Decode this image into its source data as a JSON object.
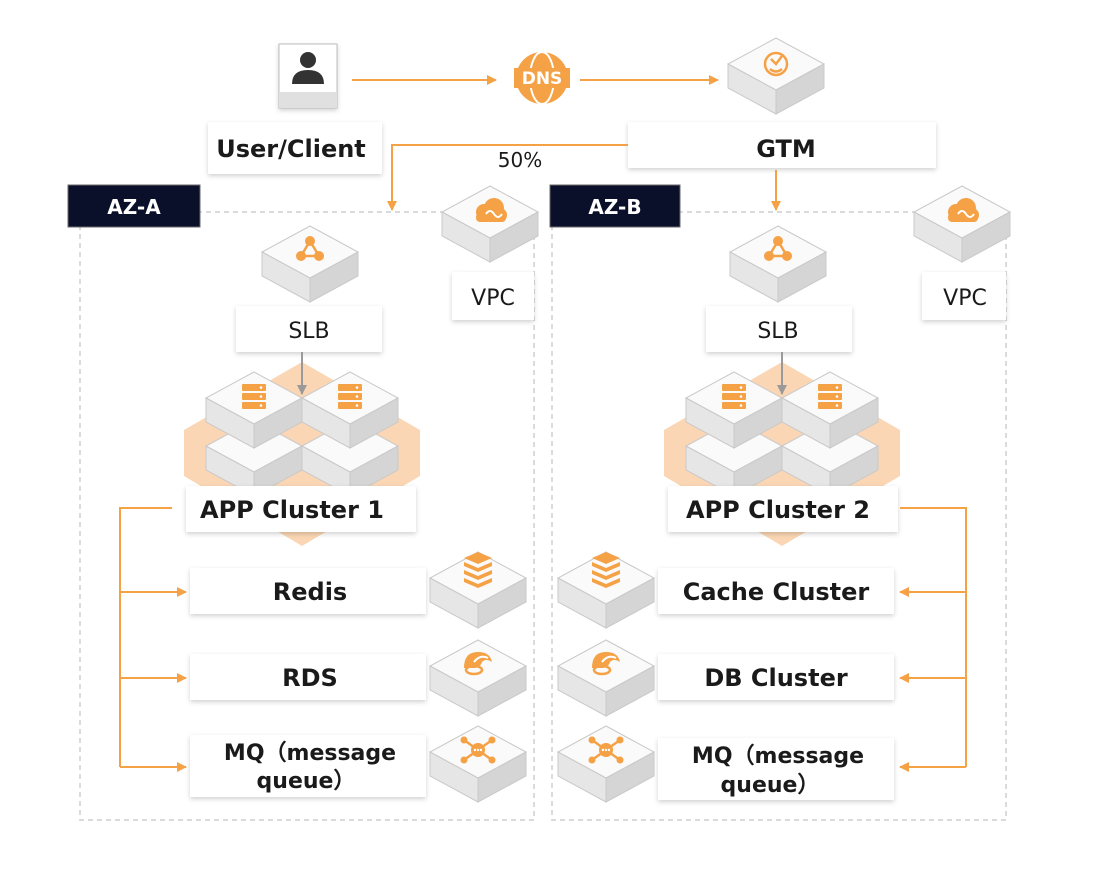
{
  "top": {
    "user_label": "User/Client",
    "gtm_label": "GTM",
    "split_label": "50%",
    "dns_text": "DNS"
  },
  "zones": [
    {
      "az_label": "AZ-A",
      "vpc_label": "VPC",
      "slb_label": "SLB",
      "cluster_label": "APP Cluster 1",
      "services": [
        "Redis",
        "RDS",
        "MQ（message",
        "queue）"
      ]
    },
    {
      "az_label": "AZ-B",
      "vpc_label": "VPC",
      "slb_label": "SLB",
      "cluster_label": "APP Cluster 2",
      "services": [
        "Cache Cluster",
        "DB Cluster",
        "MQ（message",
        "queue）"
      ]
    }
  ],
  "colors": {
    "accent": "#F5A146",
    "accent_light": "#F9C89B",
    "az_bg": "#0A0F2A",
    "border": "#D0D0D0"
  },
  "icons": {
    "user": "user-icon",
    "dns": "dns-icon",
    "gtm": "gtm-icon",
    "slb": "load-balancer-icon",
    "vpc": "cloud-icon",
    "server": "server-icon",
    "redis": "cache-icon",
    "rds": "database-icon",
    "mq": "message-queue-icon"
  }
}
